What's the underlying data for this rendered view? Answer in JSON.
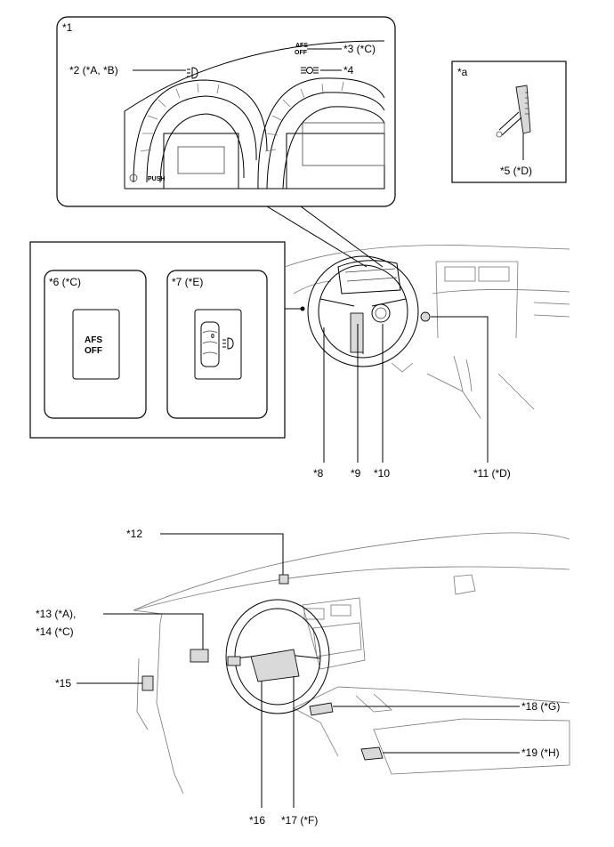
{
  "callouts": {
    "c1": "*1",
    "c2": "*2 (*A, *B)",
    "c3": "*3 (*C)",
    "c4": "*4",
    "ca": "*a",
    "c5": "*5 (*D)",
    "c6": "*6 (*C)",
    "c7": "*7 (*E)",
    "c8": "*8",
    "c9": "*9",
    "c10": "*10",
    "c11": "*11 (*D)",
    "c12": "*12",
    "c13": "*13 (*A),",
    "c14": "*14 (*C)",
    "c15": "*15",
    "c16": "*16",
    "c17": "*17 (*F)",
    "c18": "*18 (*G)",
    "c19": "*19 (*H)"
  },
  "switch_text": {
    "afs": "AFS",
    "off": "OFF",
    "push": "PUSH",
    "dial_zero": "0"
  }
}
